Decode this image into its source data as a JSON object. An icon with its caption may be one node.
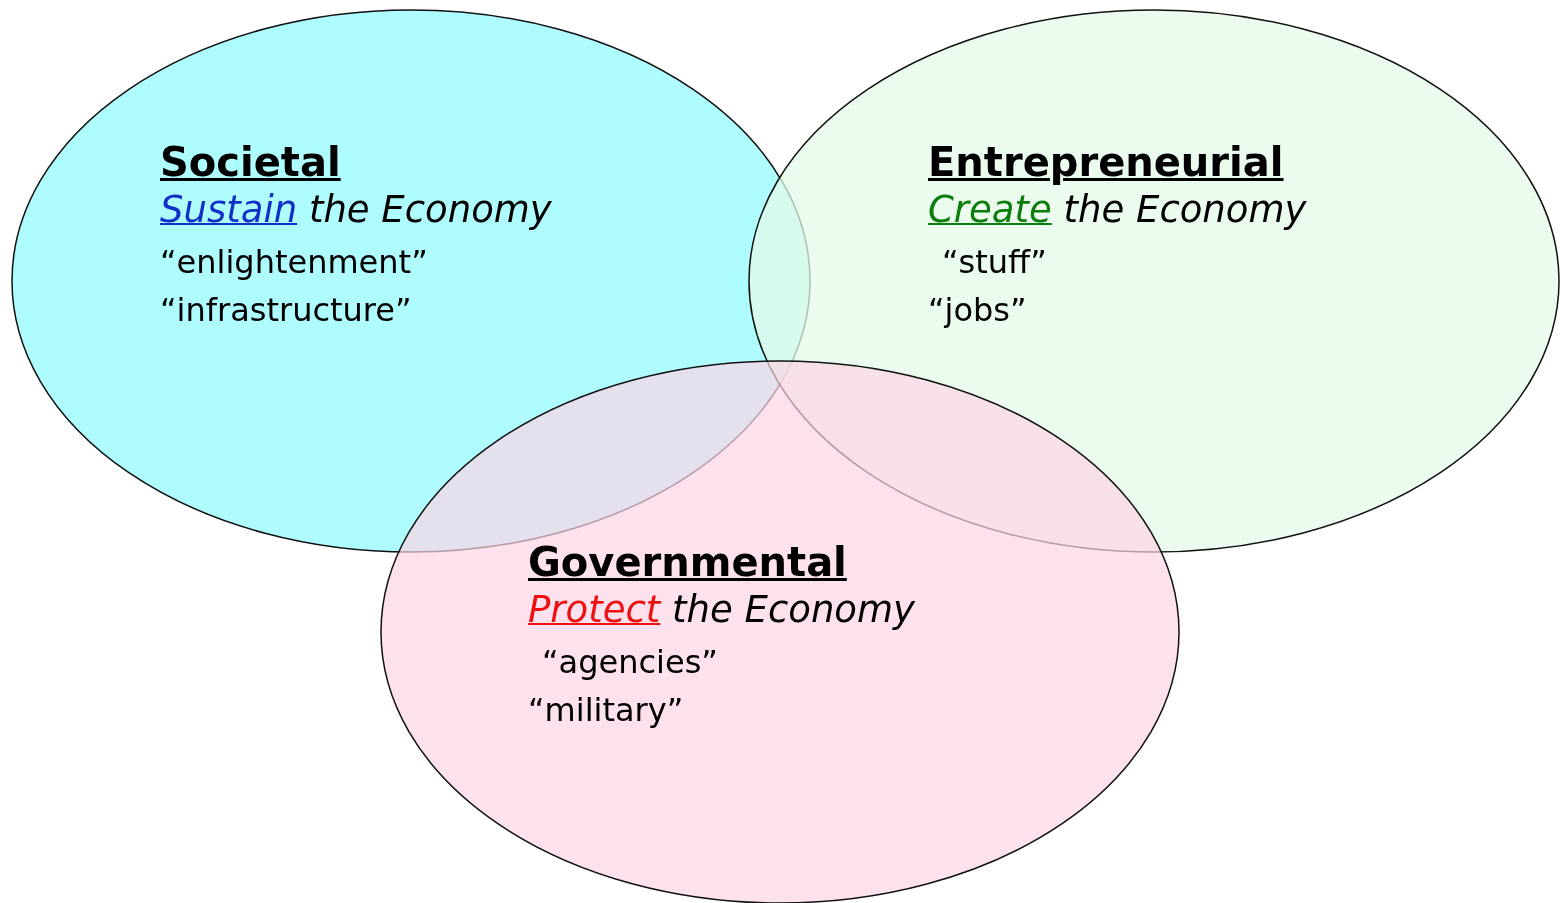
{
  "diagram": {
    "nodes": [
      {
        "text": [
          "Societal",
          "**Sustain** the Economy",
          "“enlightenment”",
          "“infrastructure”"
        ]
      },
      {
        "text": [
          "Entrepreneurial",
          "**Create** the Economy",
          "“stuff”",
          "“jobs”"
        ]
      },
      {
        "text": [
          "Governmental",
          "**Protect** the Economy",
          "“agencies”",
          "“military”"
        ]
      }
    ]
  }
}
